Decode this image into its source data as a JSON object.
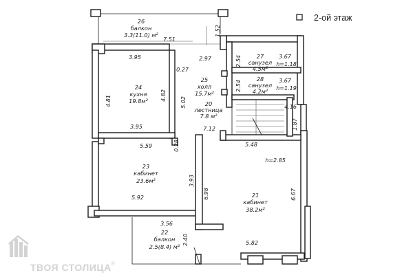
{
  "legend": {
    "label": "2-ой этаж"
  },
  "watermark": {
    "text": "ТВОЯ СТОЛИЦА",
    "mark": "®"
  },
  "rooms": [
    {
      "id": "26",
      "name": "балкон",
      "area": "3.3(11.0) м²"
    },
    {
      "id": "27",
      "name": "санузел",
      "area": "4.5м²"
    },
    {
      "id": "28",
      "name": "санузел",
      "area": "4.2м²"
    },
    {
      "id": "25",
      "name": "холл",
      "area": "15.7м²"
    },
    {
      "id": "24",
      "name": "кухня",
      "area": "19.8м²"
    },
    {
      "id": "20",
      "name": "лестница",
      "area": "7.8 м²"
    },
    {
      "id": "23",
      "name": "кабинет",
      "area": "23.6м²"
    },
    {
      "id": "21",
      "name": "кабинет",
      "area": "38.2м²"
    },
    {
      "id": "22",
      "name": "балкон",
      "area": "2.5(8.4) м²"
    }
  ],
  "dimensions": {
    "balcony_top_width": "7.51",
    "balcony_top_depth": "1.52",
    "kitchen_top": "3.95",
    "hall_width": "2.97",
    "hall_partition": "0.27",
    "bath27_depth": "2.54",
    "bath27_width": "3.67",
    "bath27_height": "h=1.18",
    "bath28_depth": "2.54",
    "bath28_width": "3.67",
    "bath28_height": "h=1.19",
    "kitchen_left": "4.81",
    "kitchen_right": "4.82",
    "hall_depth": "5.02",
    "stair_right": "4.16",
    "right_wall_seg": "1.87",
    "kitchen_bottom": "3.95",
    "stair_depth": "7.12",
    "office23_top": "5.59",
    "office23_partition": "0.28",
    "office21_top": "5.48",
    "ceiling_height": "h=2.85",
    "office23_right": "3.93",
    "corridor_depth": "6.98",
    "office21_right": "6.67",
    "office23_bottom": "5.92",
    "balcony_bottom_width": "3.56",
    "balcony_bottom_depth": "2.40",
    "office21_bottom": "5.82"
  }
}
